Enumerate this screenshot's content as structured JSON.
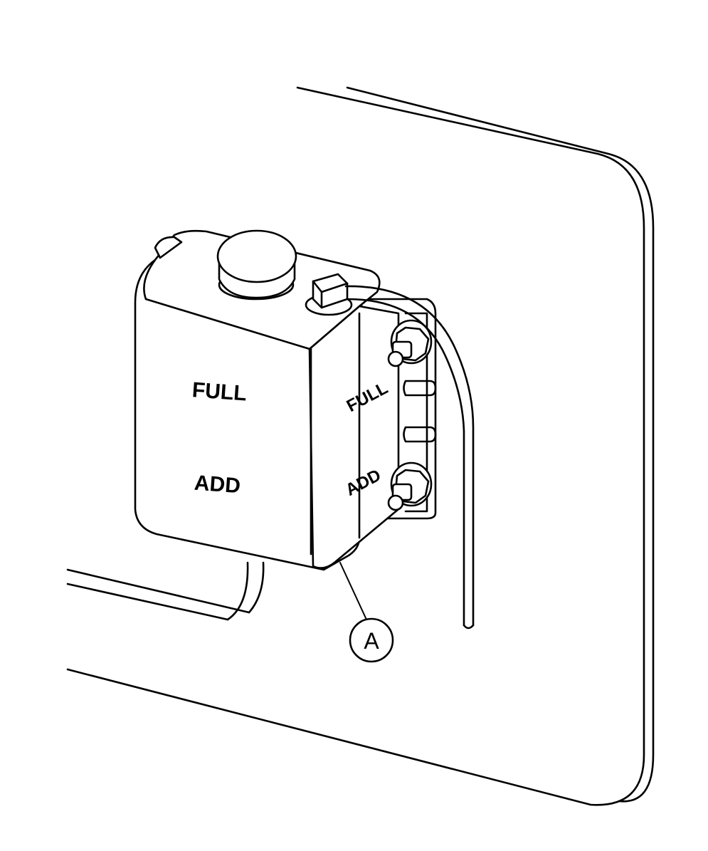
{
  "labels": {
    "front_full": "FULL",
    "front_add": "ADD",
    "side_full": "FULL",
    "side_add": "ADD"
  },
  "callout": {
    "letter": "A"
  }
}
